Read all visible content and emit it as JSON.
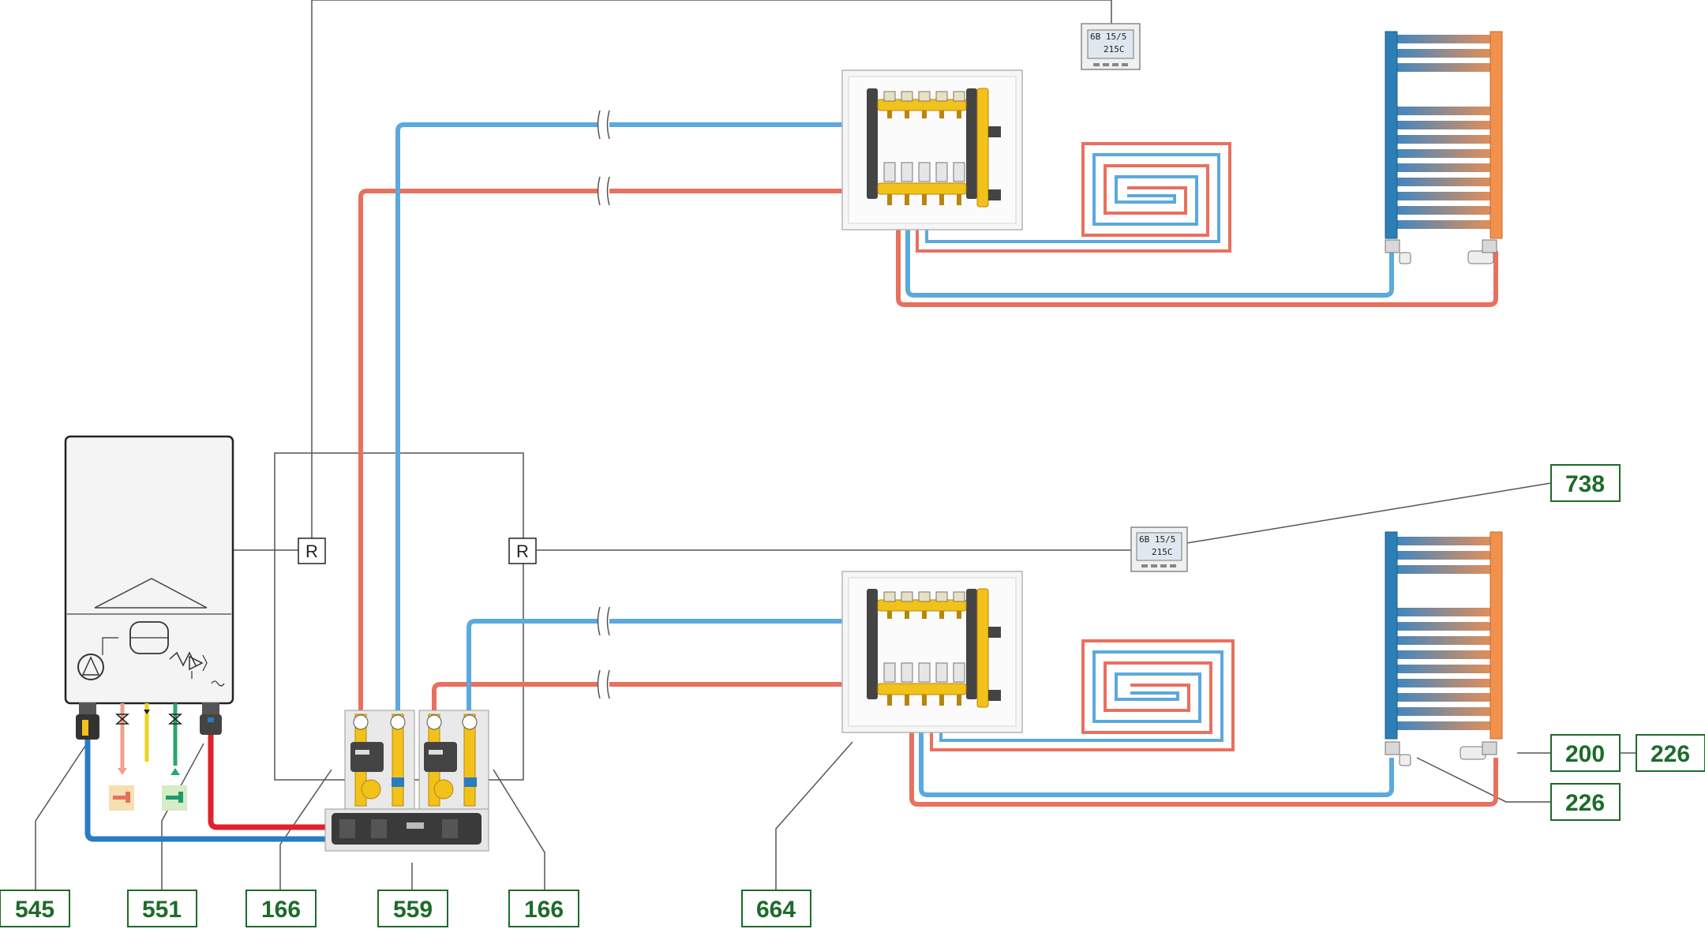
{
  "labels": {
    "l545": "545",
    "l551": "551",
    "l166a": "166",
    "l559": "559",
    "l166b": "166",
    "l664": "664",
    "l738": "738",
    "l200": "200",
    "l226a": "226",
    "l226b": "226"
  },
  "relays": {
    "r1": "R",
    "r2": "R"
  },
  "thermostat": {
    "temp": "215C",
    "small": "6B 15/5"
  },
  "colors": {
    "hot": "#e8705f",
    "cold": "#5ba9dd",
    "hot_main": "#e1222b",
    "cold_main": "#2a7cc0",
    "label_green": "#1d6b2a",
    "brass": "#f2c21b",
    "dhw": "#f0a08a",
    "gas": "#f2d21b",
    "cold_water": "#27a86b"
  },
  "icons": {
    "boiler": "boiler-unit-icon",
    "pump": "circulation-pump-icon",
    "expansion": "expansion-vessel-icon",
    "safety": "safety-valve-icon",
    "manifold": "manifold-icon",
    "radiator": "towel-radiator-icon",
    "thermostat": "thermostat-icon"
  }
}
